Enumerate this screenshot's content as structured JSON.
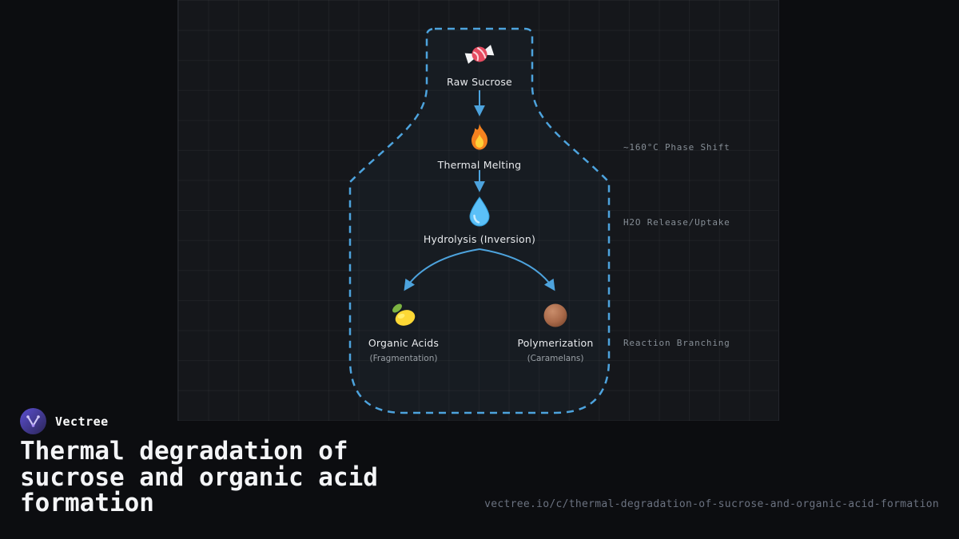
{
  "brand": {
    "name": "Vectree",
    "logo_icon": "vectree-logo"
  },
  "title_lines": [
    "Thermal degradation of",
    "sucrose and organic acid",
    "formation"
  ],
  "footer_url": "vectree.io/c/thermal-degradation-of-sucrose-and-organic-acid-formation",
  "diagram": {
    "shape": "dashed flask outline",
    "colors": {
      "outline": "#4da3dd",
      "arrow": "#4da3dd",
      "canvas_bg": "#15171b",
      "page_bg": "#0c0d10",
      "annotation_text": "#868e96"
    },
    "nodes": [
      {
        "id": "raw-sucrose",
        "label": "Raw Sucrose",
        "icon": "candy-icon"
      },
      {
        "id": "thermal-melting",
        "label": "Thermal Melting",
        "icon": "flame-icon"
      },
      {
        "id": "hydrolysis",
        "label": "Hydrolysis (Inversion)",
        "icon": "droplet-icon"
      },
      {
        "id": "organic-acids",
        "label": "Organic Acids",
        "sublabel": "(Fragmentation)",
        "icon": "lemon-icon"
      },
      {
        "id": "polymerization",
        "label": "Polymerization",
        "sublabel": "(Caramelans)",
        "icon": "brown-sphere-icon"
      }
    ],
    "annotations": [
      "~160°C Phase Shift",
      "H2O Release/Uptake",
      "Reaction Branching"
    ]
  }
}
